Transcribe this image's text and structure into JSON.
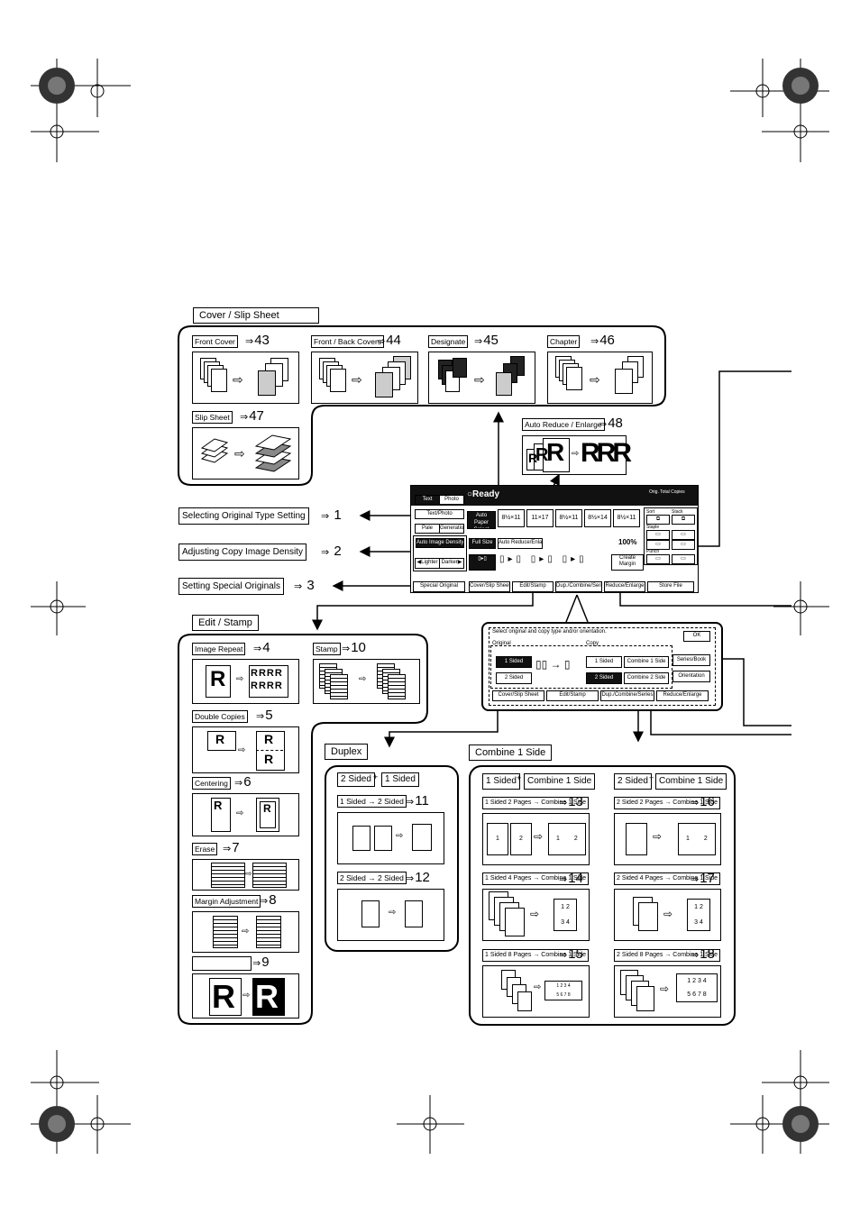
{
  "cover_slip": {
    "header": "Cover / Slip Sheet",
    "items": [
      {
        "label": "Front Cover",
        "ref": "43"
      },
      {
        "label": "Front / Back Covers",
        "ref": "44"
      },
      {
        "label": "Designate",
        "ref": "45"
      },
      {
        "label": "Chapter",
        "ref": "46"
      },
      {
        "label": "Slip Sheet",
        "ref": "47"
      }
    ]
  },
  "auto_reduce": {
    "label": "Auto Reduce / Enlarge",
    "ref": "48"
  },
  "callouts": [
    {
      "label": "Selecting Original Type Setting",
      "ref": "1"
    },
    {
      "label": "Adjusting Copy Image Density",
      "ref": "2"
    },
    {
      "label": "Setting Special Originals",
      "ref": "3"
    }
  ],
  "edit_stamp": {
    "header": "Edit / Stamp",
    "items": [
      {
        "label": "Image Repeat",
        "ref": "4"
      },
      {
        "label": "Stamp",
        "ref": "10"
      },
      {
        "label": "Double Copies",
        "ref": "5"
      },
      {
        "label": "Centering",
        "ref": "6"
      },
      {
        "label": "Erase",
        "ref": "7"
      },
      {
        "label": "Margin Adjustment",
        "ref": "8"
      },
      {
        "label": "",
        "ref": "9"
      }
    ]
  },
  "duplex": {
    "header": "Duplex",
    "top_a": "2 Sided",
    "top_b": "1 Sided",
    "items": [
      {
        "label": "1 Sided → 2 Sided",
        "ref": "11"
      },
      {
        "label": "2 Sided → 2 Sided",
        "ref": "12"
      }
    ]
  },
  "combine": {
    "header": "Combine 1 Side",
    "left_a": "1 Sided",
    "left_b": "Combine 1 Side",
    "right_a": "2 Sided",
    "right_b": "Combine 1 Side",
    "items": [
      {
        "label": "1 Sided 2 Pages → Combine 1 Side",
        "ref": "13"
      },
      {
        "label": "2 Sided 2 Pages → Combine 1 Side",
        "ref": "16"
      },
      {
        "label": "1 Sided 4 Pages → Combine 1 Side",
        "ref": "14"
      },
      {
        "label": "2 Sided 4 Pages → Combine 1 Side",
        "ref": "17"
      },
      {
        "label": "1 Sided 8 Pages → Combine 1 Side",
        "ref": "15"
      },
      {
        "label": "2 Sided 8 Pages → Combine 1 Side",
        "ref": "18"
      }
    ]
  },
  "screen": {
    "status": "Ready",
    "tab_text": "Text",
    "tab_photo": "Photo",
    "text_photo": "Text/Photo",
    "pale": "Pale",
    "generation": "Generation",
    "auto_density": "Auto Image Density",
    "lighter": "Lighter",
    "darker": "Darker",
    "special": "Special Original",
    "auto_paper": "Auto Paper Select",
    "full_size": "Full Size",
    "auto_reduce": "Auto Reduce/Enlarge",
    "zoom": "100%",
    "create_margin": "Create Margin",
    "store_file": "Store File",
    "tab_cover": "Cover/Slip Sheet",
    "tab_edit": "Edit/Stamp",
    "tab_dup": "Dup./Combine/Series",
    "tab_reduce": "Reduce/Enlarge",
    "orig": "Orig.",
    "total": "Total",
    "copies": "Copies",
    "sort": "Sort",
    "stack": "Stack",
    "staple": "Staple",
    "punch": "Punch",
    "papers": [
      "8½×11",
      "11×17",
      "8½×11",
      "8½×14",
      "8½×11"
    ]
  },
  "dialog": {
    "prompt": "Select original and copy type and/or orientation.",
    "ok": "OK",
    "original": "Original",
    "copy": "Copy",
    "o1": "1 Sided",
    "o2": "2 Sided",
    "c1": "1 Sided",
    "c2": "2 Sided",
    "comb1": "Combine 1 Side",
    "comb2": "Combine 2 Side",
    "series": "Series/Book",
    "orientation": "Orientation",
    "tab_cover": "Cover/Slip Sheet",
    "tab_edit": "Edit/Stamp",
    "tab_dup": "Dup./Combine/Series",
    "tab_reduce": "Reduce/Enlarge"
  }
}
